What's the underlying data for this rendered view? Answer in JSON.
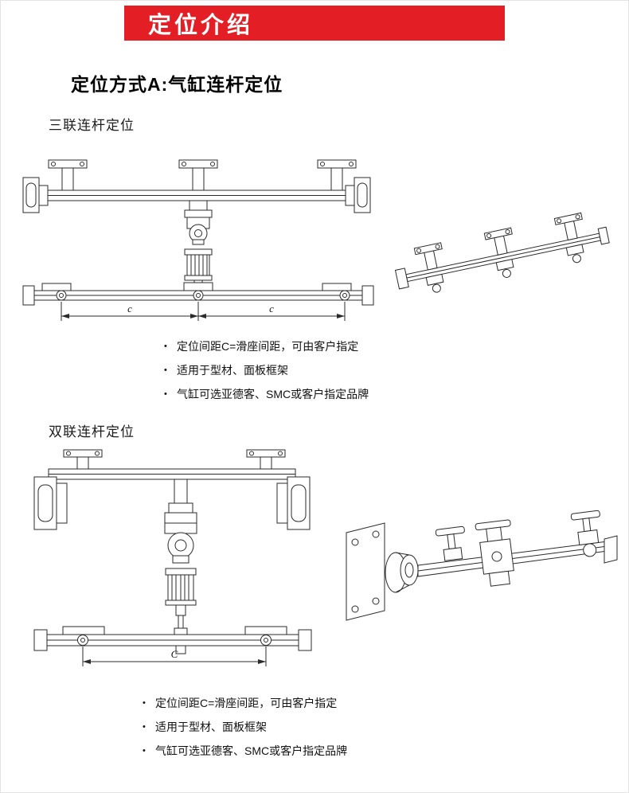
{
  "page": {
    "banner": {
      "title": "定位介绍",
      "bg_color": "#e31e25",
      "text_color": "#ffffff"
    },
    "heading": "定位方式A:气缸连杆定位"
  },
  "bullet_marker": "•",
  "sections": [
    {
      "label": "三联连杆定位",
      "drawings": [
        "triple-linkage-2d-cad-views",
        "triple-linkage-3d-isometric-view"
      ],
      "dimension_labels": [
        "c",
        "c"
      ],
      "bullets": [
        "定位间距C=滑座间距，可由客户指定",
        "适用于型材、面板框架",
        "气缸可选亚德客、SMC或客户指定品牌"
      ]
    },
    {
      "label": "双联连杆定位",
      "drawings": [
        "double-linkage-2d-cad-views",
        "double-linkage-3d-isometric-view"
      ],
      "dimension_labels": [
        "C"
      ],
      "bullets": [
        "定位间距C=滑座间距，可由客户指定",
        "适用于型材、面板框架",
        "气缸可选亚德客、SMC或客户指定品牌"
      ]
    }
  ]
}
